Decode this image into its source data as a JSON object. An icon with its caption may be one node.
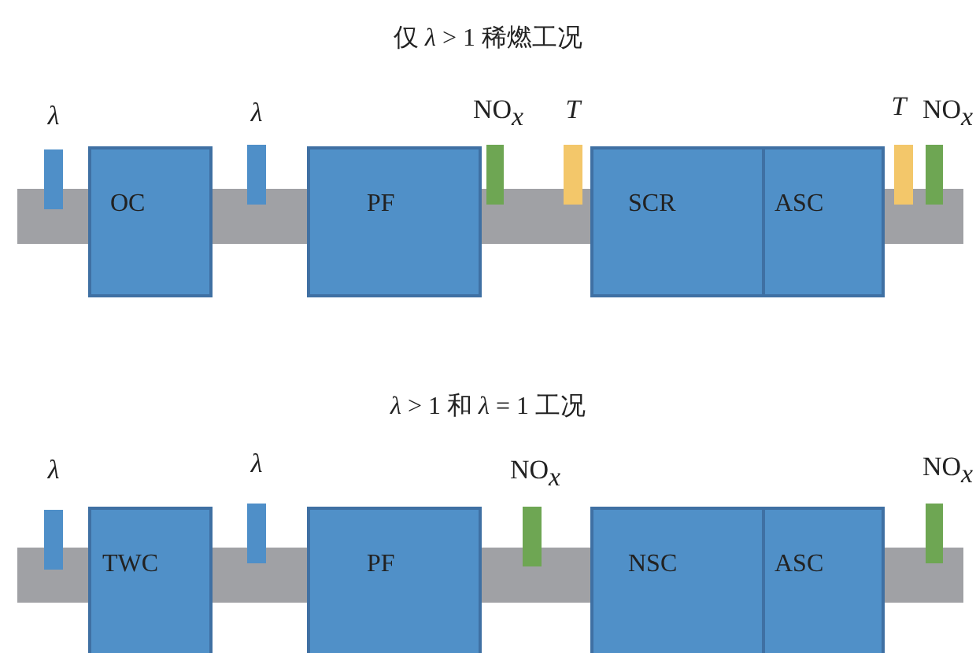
{
  "diagram": {
    "nodes": [
      {
        "text": [],
        "shape": "bar",
        "beside": [
          "λ"
        ]
      },
      {
        "text": [
          "OC"
        ]
      },
      {
        "text": [],
        "shape": "bar",
        "beside": [
          "λ"
        ]
      },
      {
        "text": [
          "PF"
        ]
      },
      {
        "text": [],
        "shape": "bar",
        "beside": [
          "NO$_{x}$"
        ]
      },
      {
        "text": [],
        "shape": "bar",
        "beside": [
          "T"
        ]
      },
      {
        "text": [
          "SCR"
        ]
      },
      {
        "text": [
          "ASC"
        ]
      },
      {
        "text": [],
        "shape": "bar",
        "beside": [
          "T"
        ]
      },
      {
        "text": [],
        "shape": "bar",
        "beside": [
          "NO$_{x}$"
        ]
      },
      {
        "text": [],
        "shape": "bar",
        "beside": [
          "λ"
        ]
      },
      {
        "text": [
          "TWC"
        ]
      },
      {
        "text": [],
        "shape": "bar",
        "beside": [
          "λ"
        ]
      },
      {
        "text": [
          "PF"
        ]
      },
      {
        "text": [],
        "shape": "bar",
        "beside": [
          "NO$_{x}$"
        ]
      },
      {
        "text": [
          "NSC"
        ]
      },
      {
        "text": [
          "ASC"
        ]
      },
      {
        "text": [],
        "shape": "bar",
        "beside": [
          "NO$_{x}$"
        ]
      }
    ],
    "labels": [
      "仅 *λ* > 1 稀燃工况",
      "*λ* > 1 和 *λ* = 1 工况"
    ]
  }
}
